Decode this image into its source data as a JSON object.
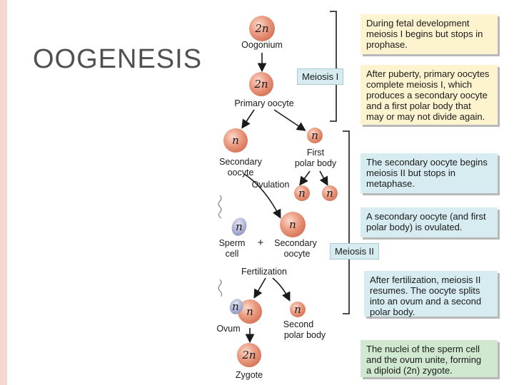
{
  "title": "OOGENESIS",
  "cells": {
    "oogonium": {
      "ploidy": "2n",
      "caption": "Oogonium"
    },
    "primary_oocyte": {
      "ploidy": "2n",
      "caption": "Primary oocyte"
    },
    "secondary_oocyte_1": {
      "ploidy": "n",
      "caption_line1": "Secondary",
      "caption_line2": "oocyte"
    },
    "first_polar_body": {
      "ploidy": "n",
      "caption_line1": "First",
      "caption_line2": "polar body"
    },
    "polar_body_div_a": {
      "ploidy": "n"
    },
    "polar_body_div_b": {
      "ploidy": "n"
    },
    "sperm": {
      "ploidy": "n",
      "caption_line1": "Sperm",
      "caption_line2": "cell"
    },
    "plus": "+",
    "secondary_oocyte_2": {
      "ploidy": "n",
      "caption_line1": "Secondary",
      "caption_line2": "oocyte"
    },
    "ovum_sperm_nucleus": {
      "ploidy": "n"
    },
    "ovum": {
      "ploidy": "n",
      "caption": "Ovum"
    },
    "second_polar_body": {
      "ploidy": "n",
      "caption_line1": "Second",
      "caption_line2": "polar body"
    },
    "zygote": {
      "ploidy": "2n",
      "caption": "Zygote"
    }
  },
  "events": {
    "ovulation": "Ovulation",
    "fertilization": "Fertilization"
  },
  "phase_labels": {
    "meiosis1": "Meiosis I",
    "meiosis2": "Meiosis II"
  },
  "notes": [
    {
      "lines": [
        "During fetal development",
        "meiosis I begins but stops in",
        "prophase."
      ],
      "color": "yellow"
    },
    {
      "lines": [
        "After puberty, primary oocytes",
        "complete meiosis I, which",
        "produces a secondary oocyte",
        "and a first polar body that",
        "may or may not divide again."
      ],
      "color": "yellow"
    },
    {
      "lines": [
        "The secondary oocyte begins",
        "meiosis II but stops in",
        "metaphase."
      ],
      "color": "blue"
    },
    {
      "lines": [
        "A secondary oocyte (and first",
        "polar body) is ovulated."
      ],
      "color": "blue"
    },
    {
      "lines": [
        "After fertilization, meiosis II",
        "resumes. The oocyte splits",
        "into an ovum and a second",
        "polar body."
      ],
      "color": "blue"
    },
    {
      "lines": [
        "The nuclei of the sperm cell",
        "and the ovum unite, forming",
        "a diploid (2n) zygote."
      ],
      "color": "green"
    }
  ],
  "colors": {
    "cell_fill": "#e8937a",
    "cell_highlight": "#f7cbbc",
    "sperm_fill": "#aeb3d6",
    "bracket": "#333333"
  }
}
